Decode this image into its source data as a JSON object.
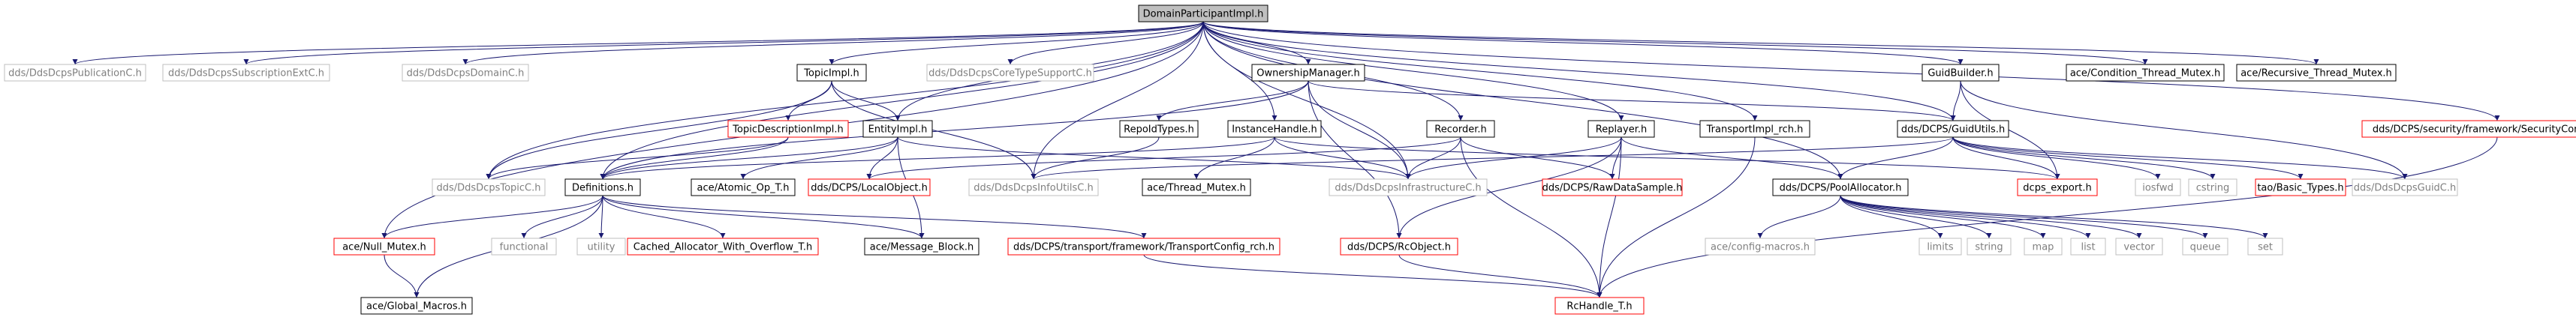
{
  "graph": {
    "root": "DomainParticipantImpl.h",
    "nodes": [
      {
        "id": "root",
        "label": "DomainParticipantImpl.h",
        "style": "root"
      },
      {
        "id": "pub",
        "label": "dds/DdsDcpsPublicationC.h",
        "style": "external"
      },
      {
        "id": "subext",
        "label": "dds/DdsDcpsSubscriptionExtC.h",
        "style": "external"
      },
      {
        "id": "domc",
        "label": "dds/DdsDcpsDomainC.h",
        "style": "external"
      },
      {
        "id": "topicimpl",
        "label": "TopicImpl.h",
        "style": "normal"
      },
      {
        "id": "coretype",
        "label": "dds/DdsDcpsCoreTypeSupportC.h",
        "style": "external"
      },
      {
        "id": "ownership",
        "label": "OwnershipManager.h",
        "style": "normal"
      },
      {
        "id": "guidbuilder",
        "label": "GuidBuilder.h",
        "style": "normal"
      },
      {
        "id": "condmutex",
        "label": "ace/Condition_Thread_Mutex.h",
        "style": "normal"
      },
      {
        "id": "recmutex",
        "label": "ace/Recursive_Thread_Mutex.h",
        "style": "normal"
      },
      {
        "id": "secconfig",
        "label": "dds/DCPS/security/framework/SecurityConfig_rch.h",
        "style": "truncated"
      },
      {
        "id": "topicdesc",
        "label": "TopicDescriptionImpl.h",
        "style": "truncated"
      },
      {
        "id": "entityimpl",
        "label": "EntityImpl.h",
        "style": "normal"
      },
      {
        "id": "repoid",
        "label": "RepoIdTypes.h",
        "style": "normal"
      },
      {
        "id": "instancehandle",
        "label": "InstanceHandle.h",
        "style": "normal"
      },
      {
        "id": "recorder",
        "label": "Recorder.h",
        "style": "normal"
      },
      {
        "id": "replayer",
        "label": "Replayer.h",
        "style": "normal"
      },
      {
        "id": "transportrch",
        "label": "TransportImpl_rch.h",
        "style": "normal"
      },
      {
        "id": "guidutils",
        "label": "dds/DCPS/GuidUtils.h",
        "style": "normal"
      },
      {
        "id": "topicc",
        "label": "dds/DdsDcpsTopicC.h",
        "style": "external"
      },
      {
        "id": "definitions",
        "label": "Definitions.h",
        "style": "normal"
      },
      {
        "id": "atomicop",
        "label": "ace/Atomic_Op_T.h",
        "style": "normal"
      },
      {
        "id": "localobject",
        "label": "dds/DCPS/LocalObject.h",
        "style": "truncated"
      },
      {
        "id": "infoutils",
        "label": "dds/DdsDcpsInfoUtilsC.h",
        "style": "external"
      },
      {
        "id": "threadmutex",
        "label": "ace/Thread_Mutex.h",
        "style": "normal"
      },
      {
        "id": "infrastructure",
        "label": "dds/DdsDcpsInfrastructureC.h",
        "style": "external"
      },
      {
        "id": "rawdata",
        "label": "dds/DCPS/RawDataSample.h",
        "style": "truncated"
      },
      {
        "id": "poolalloc",
        "label": "dds/DCPS/PoolAllocator.h",
        "style": "normal"
      },
      {
        "id": "dcpsexport",
        "label": "dcps_export.h",
        "style": "truncated"
      },
      {
        "id": "iosfwd",
        "label": "iosfwd",
        "style": "external"
      },
      {
        "id": "cstring",
        "label": "cstring",
        "style": "external"
      },
      {
        "id": "basictypes",
        "label": "tao/Basic_Types.h",
        "style": "truncated"
      },
      {
        "id": "guidc",
        "label": "dds/DdsDcpsGuidC.h",
        "style": "external"
      },
      {
        "id": "nullmutex",
        "label": "ace/Null_Mutex.h",
        "style": "truncated"
      },
      {
        "id": "functional",
        "label": "functional",
        "style": "external"
      },
      {
        "id": "utility",
        "label": "utility",
        "style": "external"
      },
      {
        "id": "cachedalloc",
        "label": "Cached_Allocator_With_Overflow_T.h",
        "style": "truncated"
      },
      {
        "id": "msgblock",
        "label": "ace/Message_Block.h",
        "style": "normal"
      },
      {
        "id": "transportconfig",
        "label": "dds/DCPS/transport/framework/TransportConfig_rch.h",
        "style": "truncated"
      },
      {
        "id": "rcobject",
        "label": "dds/DCPS/RcObject.h",
        "style": "truncated"
      },
      {
        "id": "configmacros",
        "label": "ace/config-macros.h",
        "style": "external"
      },
      {
        "id": "limits",
        "label": "limits",
        "style": "external"
      },
      {
        "id": "string",
        "label": "string",
        "style": "external"
      },
      {
        "id": "map",
        "label": "map",
        "style": "external"
      },
      {
        "id": "list",
        "label": "list",
        "style": "external"
      },
      {
        "id": "vector",
        "label": "vector",
        "style": "external"
      },
      {
        "id": "queue",
        "label": "queue",
        "style": "external"
      },
      {
        "id": "set",
        "label": "set",
        "style": "external"
      },
      {
        "id": "globalmacros",
        "label": "ace/Global_Macros.h",
        "style": "normal"
      },
      {
        "id": "rchandle",
        "label": "RcHandle_T.h",
        "style": "truncated"
      }
    ],
    "edges": [
      [
        "root",
        "pub"
      ],
      [
        "root",
        "subext"
      ],
      [
        "root",
        "domc"
      ],
      [
        "root",
        "topicimpl"
      ],
      [
        "root",
        "coretype"
      ],
      [
        "root",
        "ownership"
      ],
      [
        "root",
        "guidbuilder"
      ],
      [
        "root",
        "condmutex"
      ],
      [
        "root",
        "recmutex"
      ],
      [
        "root",
        "secconfig"
      ],
      [
        "root",
        "entityimpl"
      ],
      [
        "root",
        "instancehandle"
      ],
      [
        "root",
        "recorder"
      ],
      [
        "root",
        "replayer"
      ],
      [
        "root",
        "transportrch"
      ],
      [
        "root",
        "guidutils"
      ],
      [
        "root",
        "topicc"
      ],
      [
        "root",
        "definitions"
      ],
      [
        "root",
        "infoutils"
      ],
      [
        "root",
        "infrastructure"
      ],
      [
        "root",
        "poolalloc"
      ],
      [
        "root",
        "nullmutex"
      ],
      [
        "topicimpl",
        "topicdesc"
      ],
      [
        "topicimpl",
        "entityimpl"
      ],
      [
        "topicimpl",
        "topicc"
      ],
      [
        "topicimpl",
        "infoutils"
      ],
      [
        "topicdesc",
        "topicc"
      ],
      [
        "topicdesc",
        "definitions"
      ],
      [
        "entityimpl",
        "definitions"
      ],
      [
        "entityimpl",
        "atomicop"
      ],
      [
        "entityimpl",
        "localobject"
      ],
      [
        "entityimpl",
        "infrastructure"
      ],
      [
        "entityimpl",
        "msgblock"
      ],
      [
        "ownership",
        "repoid"
      ],
      [
        "ownership",
        "definitions"
      ],
      [
        "ownership",
        "guidutils"
      ],
      [
        "ownership",
        "infrastructure"
      ],
      [
        "ownership",
        "rcobject"
      ],
      [
        "repoid",
        "infoutils"
      ],
      [
        "instancehandle",
        "definitions"
      ],
      [
        "instancehandle",
        "threadmutex"
      ],
      [
        "instancehandle",
        "infrastructure"
      ],
      [
        "instancehandle",
        "dcpsexport"
      ],
      [
        "recorder",
        "localobject"
      ],
      [
        "recorder",
        "infrastructure"
      ],
      [
        "recorder",
        "rawdata"
      ],
      [
        "recorder",
        "rchandle"
      ],
      [
        "replayer",
        "infrastructure"
      ],
      [
        "replayer",
        "rawdata"
      ],
      [
        "replayer",
        "poolalloc"
      ],
      [
        "replayer",
        "rchandle"
      ],
      [
        "replayer",
        "rcobject"
      ],
      [
        "transportrch",
        "rchandle"
      ],
      [
        "guidbuilder",
        "guidutils"
      ],
      [
        "guidbuilder",
        "dcpsexport"
      ],
      [
        "guidbuilder",
        "guidc"
      ],
      [
        "guidutils",
        "poolalloc"
      ],
      [
        "guidutils",
        "dcpsexport"
      ],
      [
        "guidutils",
        "iosfwd"
      ],
      [
        "guidutils",
        "cstring"
      ],
      [
        "guidutils",
        "basictypes"
      ],
      [
        "guidutils",
        "guidc"
      ],
      [
        "guidutils",
        "infoutils"
      ],
      [
        "definitions",
        "nullmutex"
      ],
      [
        "definitions",
        "functional"
      ],
      [
        "definitions",
        "utility"
      ],
      [
        "definitions",
        "cachedalloc"
      ],
      [
        "definitions",
        "msgblock"
      ],
      [
        "definitions",
        "globalmacros"
      ],
      [
        "definitions",
        "transportconfig"
      ],
      [
        "nullmutex",
        "globalmacros"
      ],
      [
        "transportconfig",
        "rchandle"
      ],
      [
        "rcobject",
        "rchandle"
      ],
      [
        "poolalloc",
        "configmacros"
      ],
      [
        "poolalloc",
        "limits"
      ],
      [
        "poolalloc",
        "string"
      ],
      [
        "poolalloc",
        "map"
      ],
      [
        "poolalloc",
        "list"
      ],
      [
        "poolalloc",
        "vector"
      ],
      [
        "poolalloc",
        "queue"
      ],
      [
        "poolalloc",
        "set"
      ],
      [
        "secconfig",
        "rchandle"
      ]
    ]
  },
  "colors": {
    "root_fill": "#bfbfbf",
    "normal_border": "#000000",
    "truncated_border": "#ff0000",
    "external_border": "#bfbfbf",
    "external_text": "#7f7f7f",
    "edge": "#191970",
    "text": "#000000"
  }
}
